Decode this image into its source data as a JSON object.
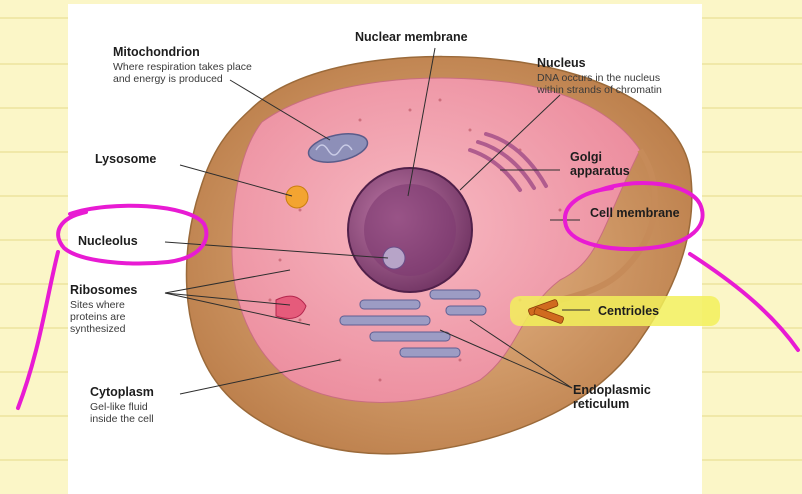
{
  "labels": {
    "nuclear_membrane": "Nuclear membrane",
    "mitochondrion": "Mitochondrion",
    "mitochondrion_desc": "Where respiration takes place and energy is produced",
    "nucleus": "Nucleus",
    "nucleus_desc": "DNA occurs in the nucleus within strands of chromatin",
    "lysosome": "Lysosome",
    "golgi": "Golgi apparatus",
    "nucleolus": "Nucleolus",
    "cell_membrane": "Cell membrane",
    "ribosomes": "Ribosomes",
    "ribosomes_desc": "Sites where proteins are synthesized",
    "centrioles": "Centrioles",
    "cytoplasm": "Cytoplasm",
    "cytoplasm_desc": "Gel-like fluid inside the cell",
    "er": "Endoplasmic reticulum"
  },
  "colors": {
    "paper": "#fbf6c7",
    "rule_lines": "#e9df95",
    "cell_body": "#d9a773",
    "cytoplasm": "#f2a5b0",
    "nucleus": "#8a4a7a",
    "highlight": "#f2f05a",
    "ink": "#e81bd3"
  }
}
